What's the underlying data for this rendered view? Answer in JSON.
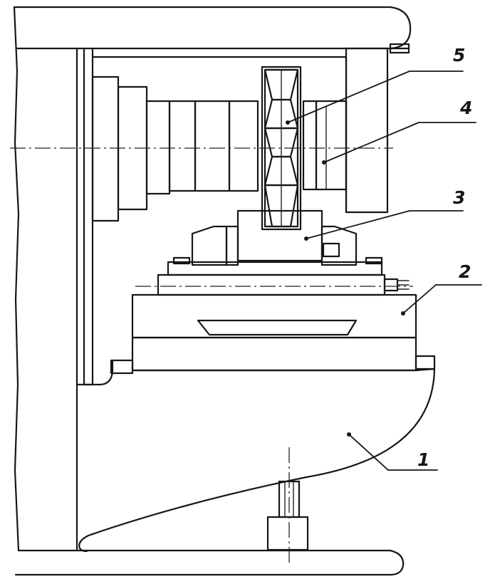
{
  "callouts": [
    {
      "id": "1",
      "label": "1"
    },
    {
      "id": "2",
      "label": "2"
    },
    {
      "id": "3",
      "label": "3"
    },
    {
      "id": "4",
      "label": "4"
    },
    {
      "id": "5",
      "label": "5"
    }
  ],
  "colors": {
    "ink": "#161616",
    "paper": "#ffffff"
  }
}
